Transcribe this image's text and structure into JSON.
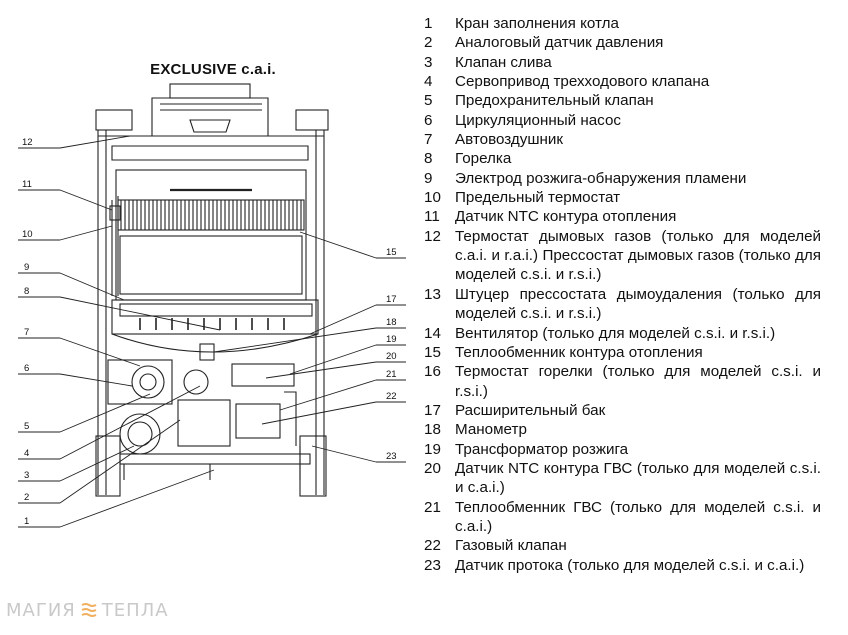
{
  "diagram": {
    "title": "EXCLUSIVE c.a.i.",
    "callouts": [
      "12",
      "11",
      "10",
      "9",
      "8",
      "7",
      "6",
      "5",
      "4",
      "3",
      "2",
      "1",
      "15",
      "17",
      "18",
      "19",
      "20",
      "21",
      "22",
      "23"
    ]
  },
  "legend": [
    {
      "num": "1",
      "text": "Кран заполнения котла"
    },
    {
      "num": "2",
      "text": "Аналоговый датчик давления"
    },
    {
      "num": "3",
      "text": "Клапан слива"
    },
    {
      "num": "4",
      "text": "Сервопривод трехходового клапана"
    },
    {
      "num": "5",
      "text": "Предохранительный клапан"
    },
    {
      "num": "6",
      "text": "Циркуляционный насос"
    },
    {
      "num": "7",
      "text": "Автовоздушник"
    },
    {
      "num": "8",
      "text": "Горелка"
    },
    {
      "num": "9",
      "text": "Электрод розжига-обнаружения пламени"
    },
    {
      "num": "10",
      "text": "Предельный термостат"
    },
    {
      "num": "11",
      "text": "Датчик NTC контура отопления"
    },
    {
      "num": "12",
      "text": "Термостат дымовых газов (только для моделей c.a.i. и r.a.i.) Прессостат дымовых газов (только для моделей c.s.i. и r.s.i.)"
    },
    {
      "num": "13",
      "text": "Штуцер прессостата дымоудаления (только для моделей c.s.i. и r.s.i.)"
    },
    {
      "num": "14",
      "text": "Вентилятор (только для моделей c.s.i. и r.s.i.)"
    },
    {
      "num": "15",
      "text": "Теплообменник контура отопления"
    },
    {
      "num": "16",
      "text": "Термостат горелки (только для моделей c.s.i. и r.s.i.)"
    },
    {
      "num": "17",
      "text": "Расширительный бак"
    },
    {
      "num": "18",
      "text": "Манометр"
    },
    {
      "num": "19",
      "text": "Трансформатор розжига"
    },
    {
      "num": "20",
      "text": "Датчик NTC контура ГВС (только для моделей c.s.i. и c.a.i.)"
    },
    {
      "num": "21",
      "text": "Теплообменник ГВС (только для моделей c.s.i. и c.a.i.)"
    },
    {
      "num": "22",
      "text": "Газовый клапан"
    },
    {
      "num": "23",
      "text": "Датчик протока (только для моделей c.s.i. и c.a.i.)"
    }
  ],
  "watermark": {
    "left": "МАГИЯ",
    "right": "ТЕПЛА"
  }
}
